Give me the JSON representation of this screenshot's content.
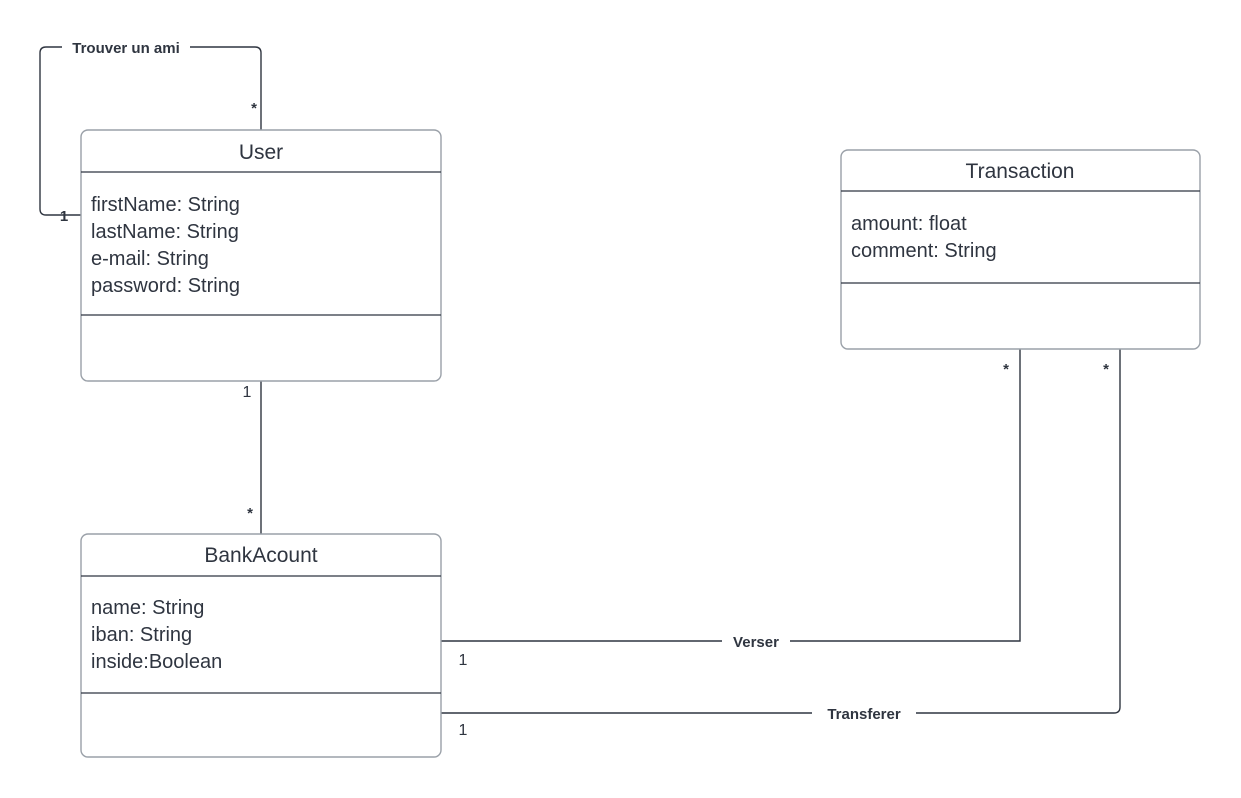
{
  "diagram": {
    "type": "uml-class-diagram",
    "title": "",
    "background_color": "#ffffff",
    "box_border_color": "#9aa0a8",
    "line_color": "#2f3540",
    "text_color": "#2f3540"
  },
  "classes": [
    {
      "id": "user",
      "name": "User",
      "attributes": [
        "firstName: String",
        "lastName: String",
        "e-mail: String",
        "password: String"
      ],
      "methods": []
    },
    {
      "id": "bankacount",
      "name": "BankAcount",
      "attributes": [
        "name: String",
        "iban: String",
        "inside:Boolean"
      ],
      "methods": []
    },
    {
      "id": "transaction",
      "name": "Transaction",
      "attributes": [
        "amount: float",
        "comment: String"
      ],
      "methods": []
    }
  ],
  "associations": [
    {
      "id": "trouver-un-ami",
      "label": "Trouver un ami",
      "from": "User",
      "to": "User",
      "from_multiplicity": "1",
      "to_multiplicity": "*"
    },
    {
      "id": "user-bankacount",
      "label": "",
      "from": "User",
      "to": "BankAcount",
      "from_multiplicity": "1",
      "to_multiplicity": "*"
    },
    {
      "id": "verser",
      "label": "Verser",
      "from": "BankAcount",
      "to": "Transaction",
      "from_multiplicity": "1",
      "to_multiplicity": "*"
    },
    {
      "id": "transferer",
      "label": "Transferer",
      "from": "BankAcount",
      "to": "Transaction",
      "from_multiplicity": "1",
      "to_multiplicity": "*"
    }
  ],
  "multiplicity_labels": {
    "ami_star": "*",
    "ami_one": "1",
    "user_bottom_one": "1",
    "bankacount_top_star": "*",
    "verser_bank_one": "1",
    "transferer_bank_one": "1",
    "verser_transaction_star": "*",
    "transferer_transaction_star": "*"
  }
}
